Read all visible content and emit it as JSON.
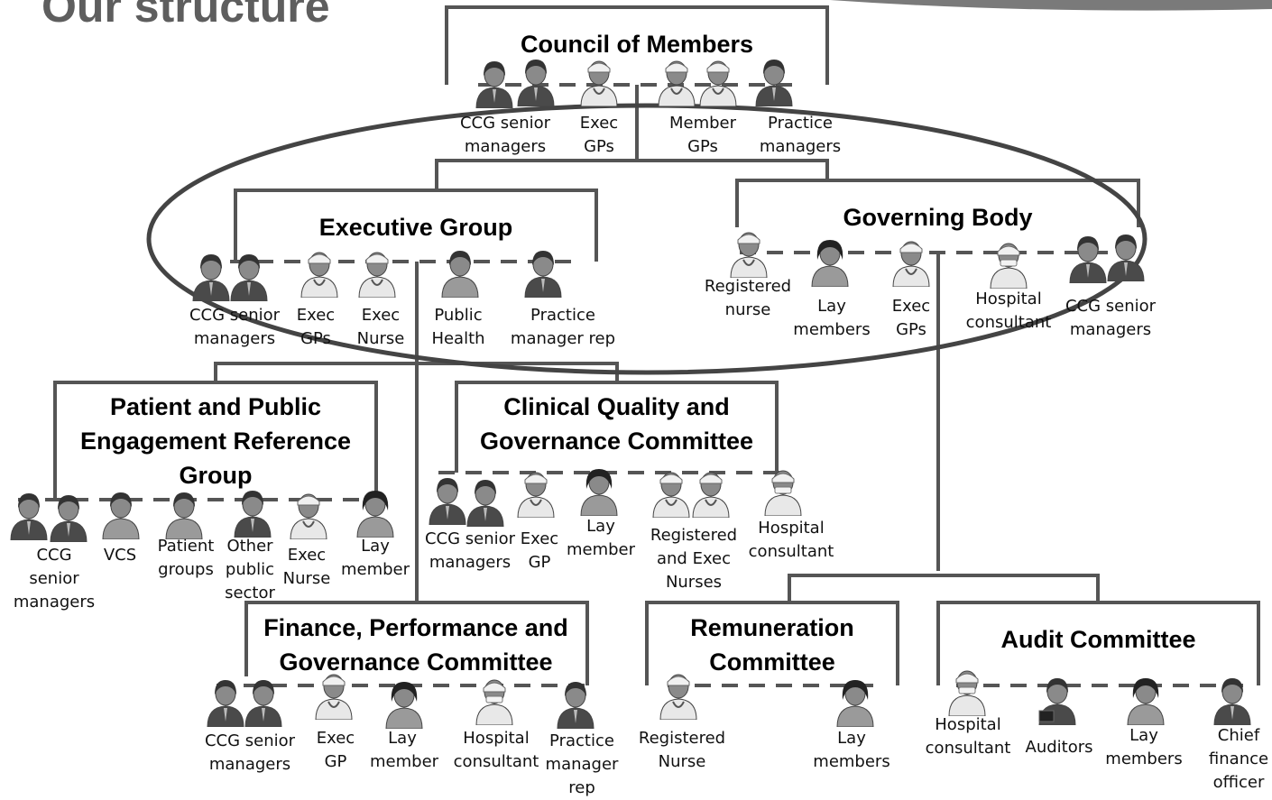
{
  "title": "Our structure",
  "colors": {
    "title": "#5e5e5e",
    "lines": "#555555",
    "oval": "#444444",
    "skin": "#8a8a8a",
    "suit": "#4a4a4a",
    "coat": "#e8e8e8"
  },
  "boxes": {
    "council": "Council of Members",
    "executive": "Executive Group",
    "governing": "Governing Body",
    "ppe": "Patient and Public Engagement Reference Group",
    "cqg": "Clinical Quality and Governance Committee",
    "fpg": "Finance, Performance and Governance Committee",
    "remuneration": "Remuneration Committee",
    "audit": "Audit Committee"
  },
  "members": {
    "council": [
      "CCG senior managers",
      "Exec GPs",
      "Member GPs",
      "Practice managers"
    ],
    "executive": [
      "CCG senior managers",
      "Exec GPs",
      "Exec Nurse",
      "Public Health",
      "Practice manager rep"
    ],
    "governing": [
      "Registered nurse",
      "Lay members",
      "Exec GPs",
      "Hospital consultant",
      "CCG senior managers"
    ],
    "ppe": [
      "CCG senior managers",
      "VCS",
      "Patient groups",
      "Other public sector",
      "Exec Nurse",
      "Lay member"
    ],
    "cqg": [
      "CCG senior managers",
      "Exec GP",
      "Lay member",
      "Registered and Exec Nurses",
      "Hospital consultant"
    ],
    "fpg": [
      "CCG senior managers",
      "Exec GP",
      "Lay member",
      "Hospital consultant",
      "Practice manager rep"
    ],
    "remuneration": [
      "Registered Nurse",
      "Lay members"
    ],
    "audit": [
      "Hospital consultant",
      "Auditors",
      "Lay members",
      "Chief finance officer"
    ]
  },
  "icons": {
    "manager": "business-person-icon",
    "doctor": "doctor-icon",
    "nurse": "nurse-icon",
    "surgeon": "surgeon-icon",
    "lay": "lay-person-icon",
    "public": "person-icon",
    "clerk": "clerk-icon",
    "auditor": "auditor-icon"
  }
}
